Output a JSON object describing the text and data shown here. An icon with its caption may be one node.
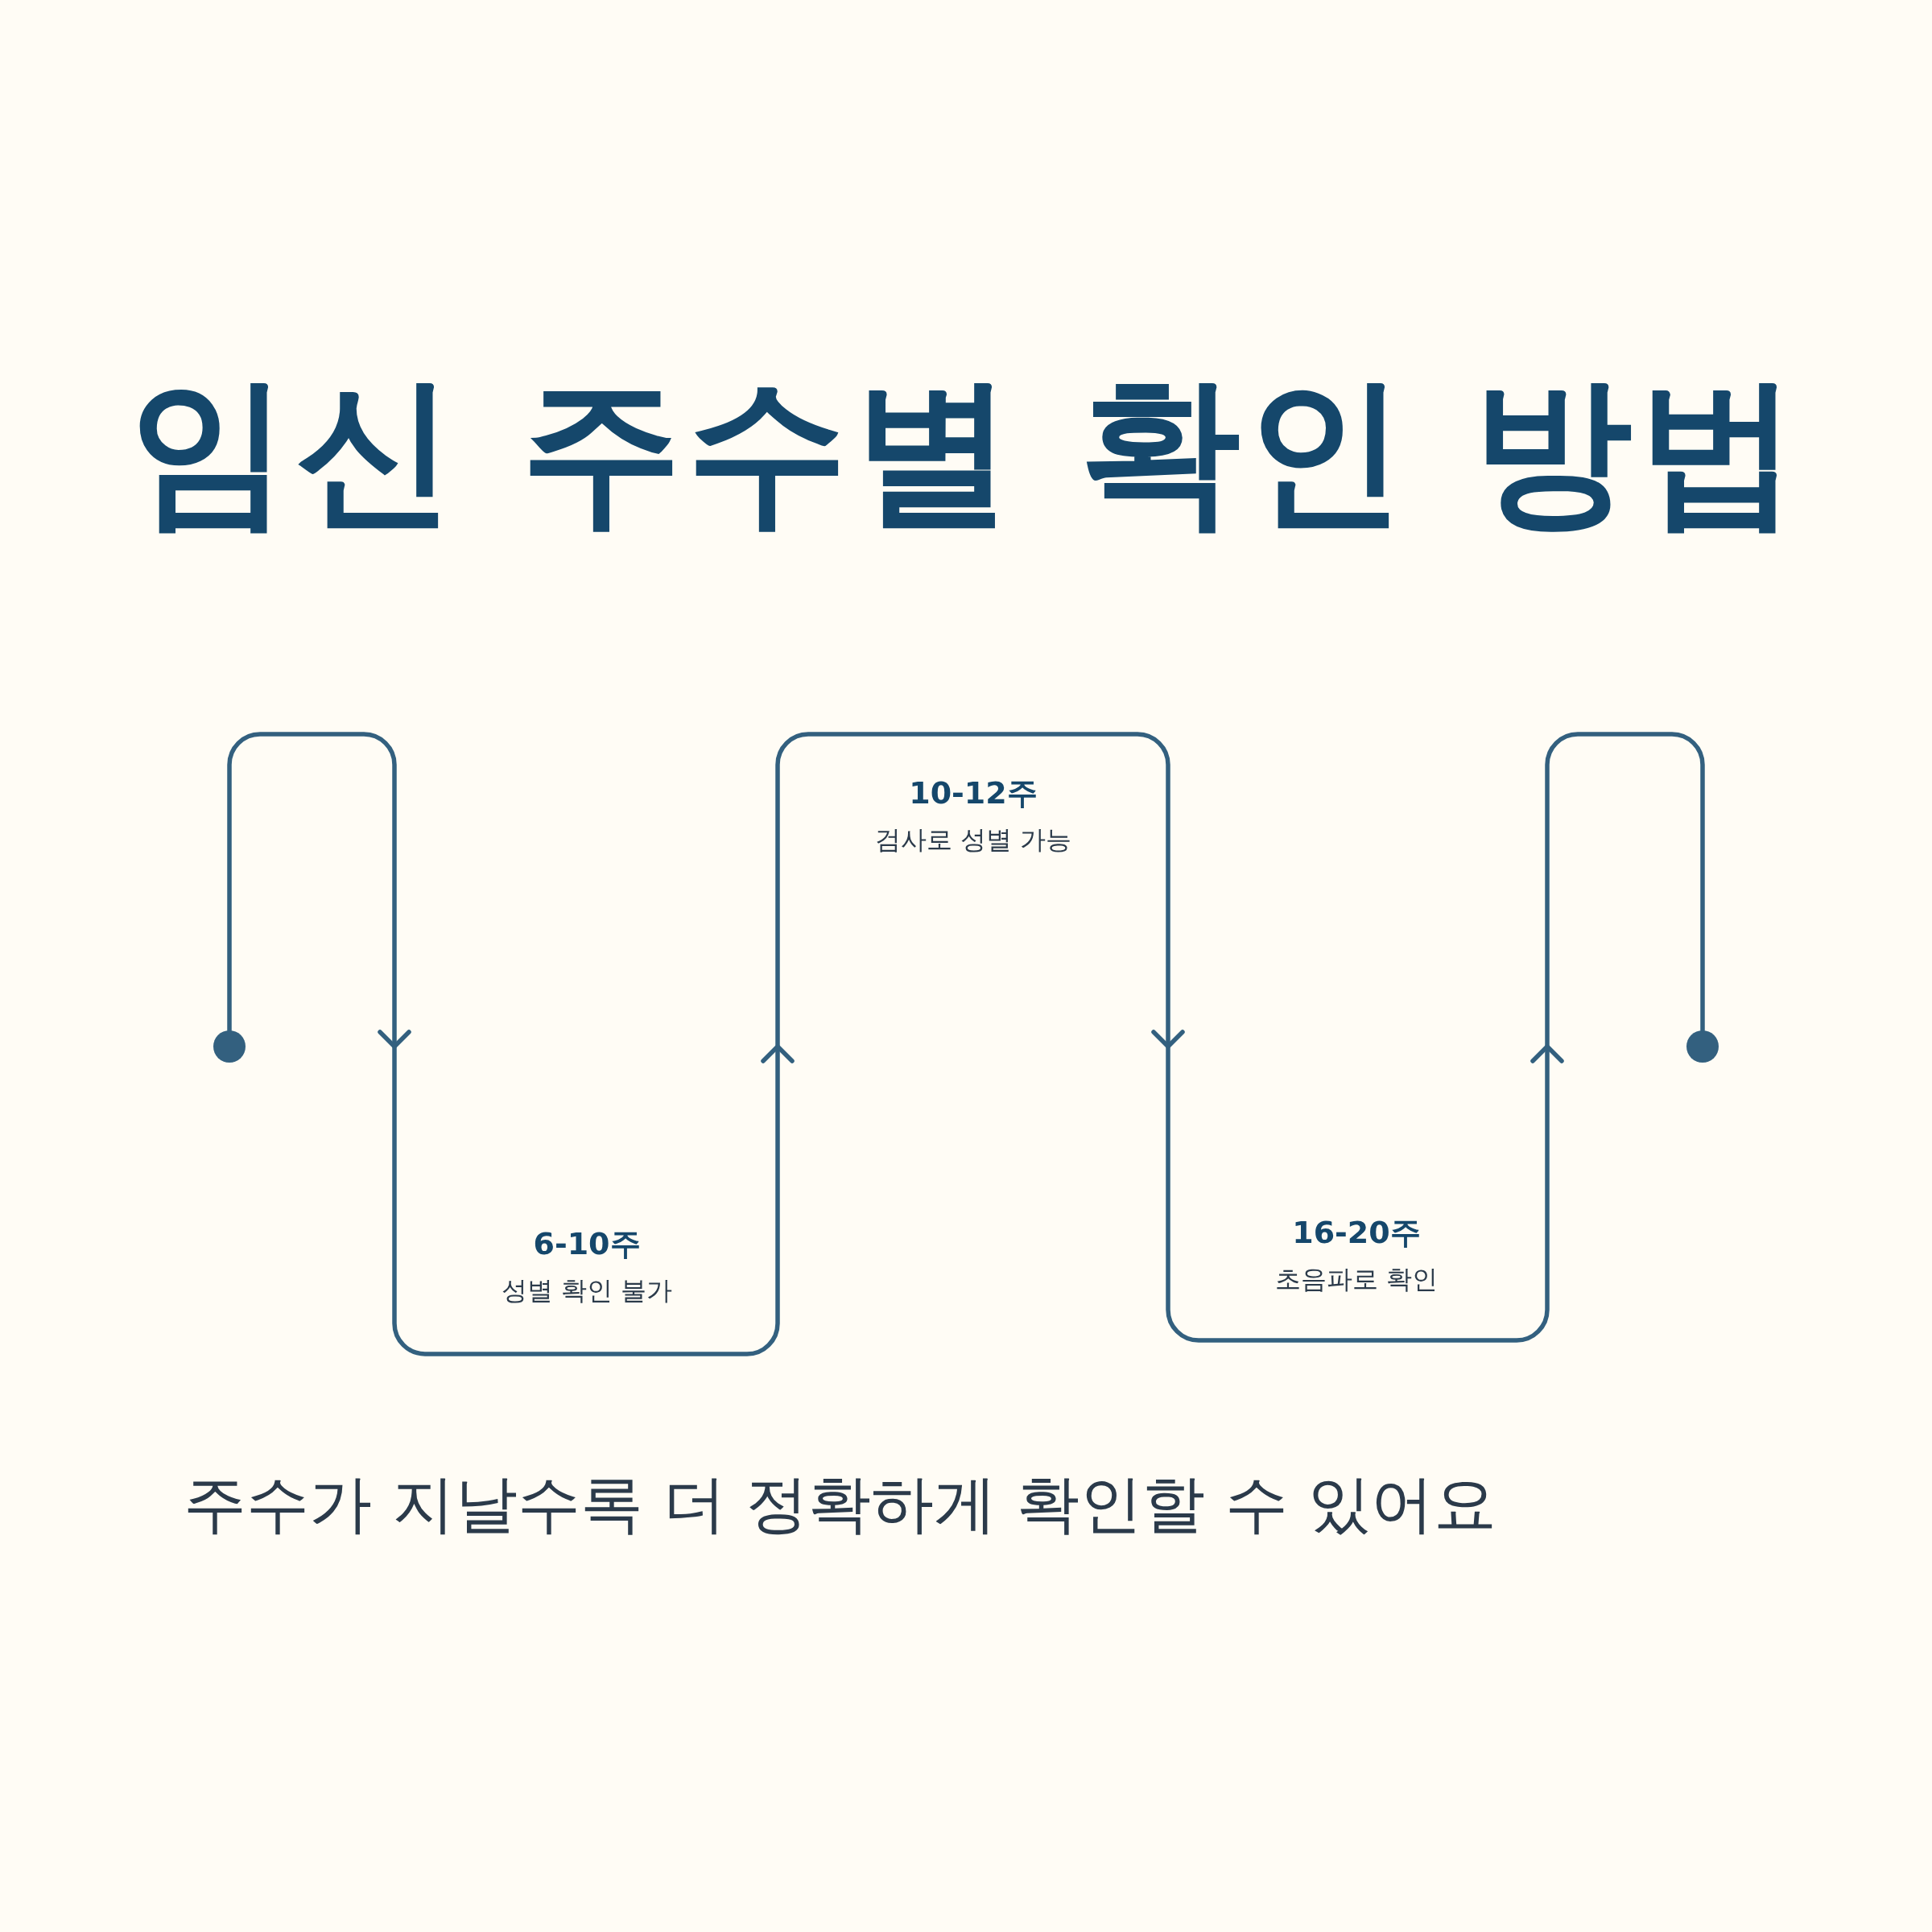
{
  "diagram": {
    "title": "임신 주수별 확인 방법",
    "caption": "주수가 지날수록 더 정확하게 확인할 수 있어요",
    "nodes": [
      {
        "text": [],
        "shape": "circle"
      },
      {
        "text": [],
        "shape": "circle"
      }
    ],
    "edges": [
      {
        "from": 0,
        "to": 1,
        "arrow": "to"
      }
    ],
    "labels": [
      "10-12주",
      "검사로 성별 가능",
      "6-10주",
      "성별 확인 불가",
      "16-20주",
      "초음파로 확인"
    ]
  }
}
